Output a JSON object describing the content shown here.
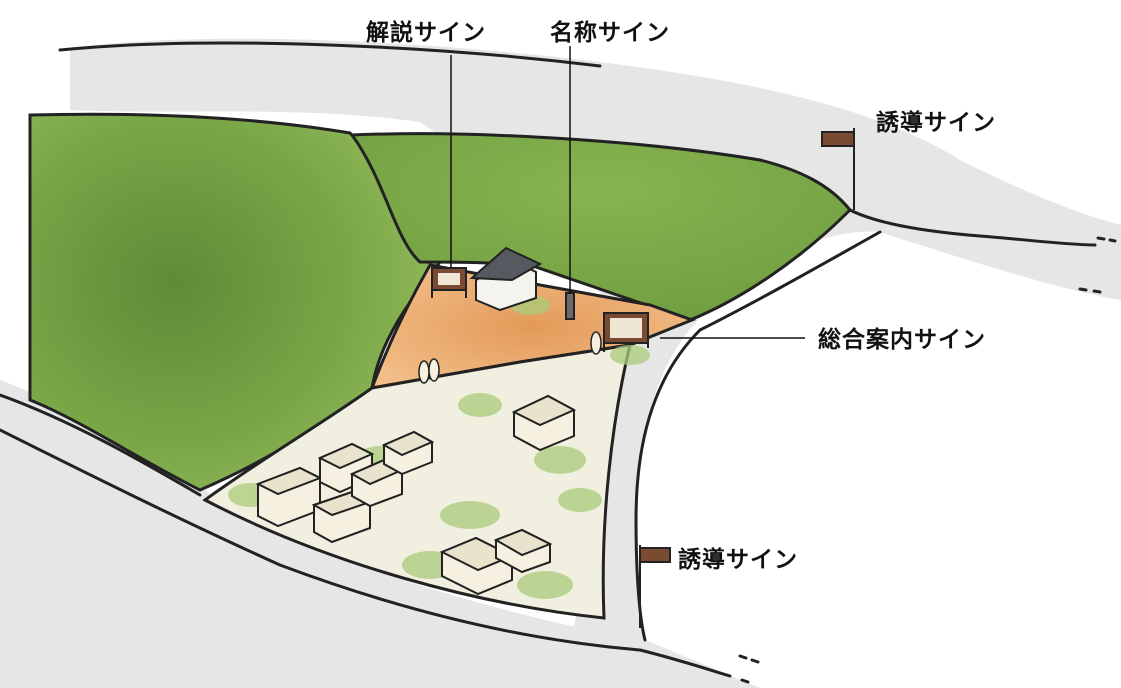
{
  "labels": {
    "kaisetsu": "解説サイン",
    "meisho": "名称サイン",
    "yudo_top": "誘導サイン",
    "sogo": "総合案内サイン",
    "yudo_bottom": "誘導サイン"
  },
  "colors": {
    "road": "#e6e6e6",
    "grass": "#7faa4a",
    "grass_dark": "#5f8a34",
    "plaza": "#e8a76a",
    "village": "#f1efe0",
    "sign_wood": "#7a4a32",
    "outline": "#222222"
  }
}
